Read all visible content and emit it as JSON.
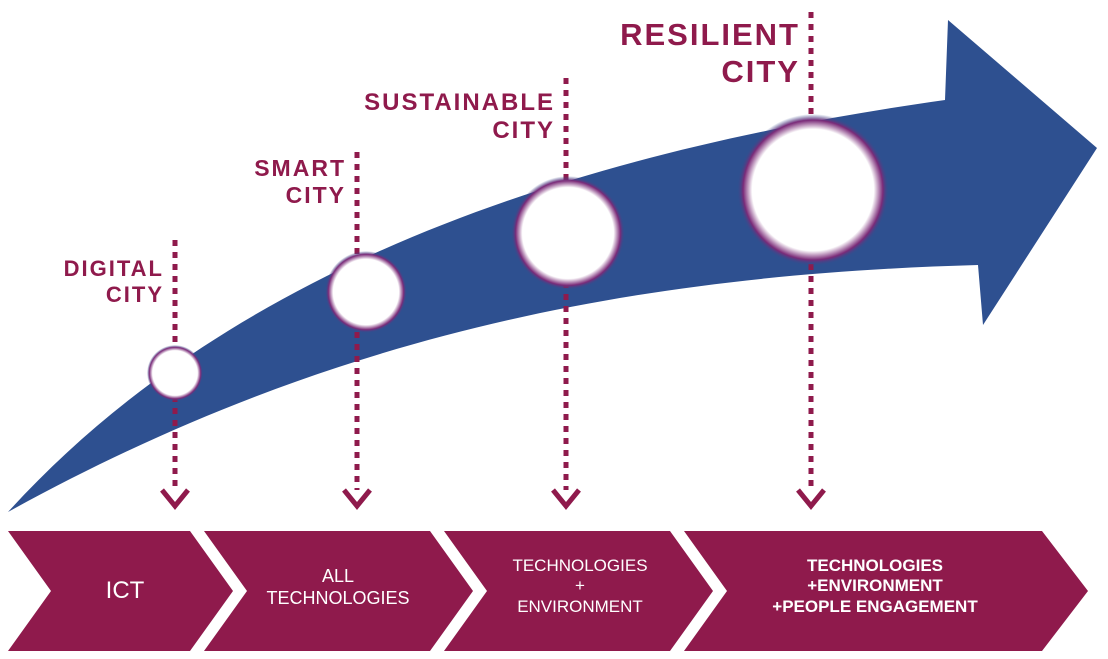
{
  "stages": [
    {
      "line1": "DIGITAL",
      "line2": "CITY"
    },
    {
      "line1": "SMART",
      "line2": "CITY"
    },
    {
      "line1": "SUSTAINABLE",
      "line2": "CITY"
    },
    {
      "line1": "RESILIENT",
      "line2": "CITY"
    }
  ],
  "chevrons": [
    {
      "lines": [
        "ICT"
      ]
    },
    {
      "lines": [
        "ALL",
        "TECHNOLOGIES"
      ]
    },
    {
      "lines": [
        "TECHNOLOGIES",
        "+",
        "ENVIRONMENT"
      ]
    },
    {
      "lines": [
        "TECHNOLOGIES",
        "+ENVIRONMENT",
        "+PEOPLE ENGAGEMENT"
      ]
    }
  ],
  "colors": {
    "arrow": "#2e5090",
    "accent": "#8f1a4c",
    "circle": "#ffffff"
  }
}
